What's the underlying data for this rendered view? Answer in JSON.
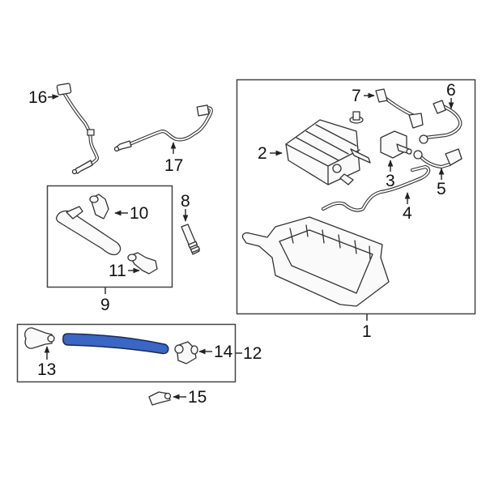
{
  "diagram": {
    "type": "exploded parts diagram",
    "highlight_color": "#3a66c4",
    "highlight_outline": "#1a2a55",
    "line_color": "#333333",
    "groups": [
      {
        "id": "group-1",
        "label": "1",
        "contains": [
          "2",
          "3",
          "4",
          "5",
          "6",
          "7"
        ]
      },
      {
        "id": "group-9",
        "label": "9",
        "contains": [
          "10",
          "11"
        ]
      },
      {
        "id": "group-12",
        "label": "12",
        "contains": [
          "13",
          "14"
        ]
      }
    ],
    "callouts": {
      "c1": "1",
      "c2": "2",
      "c3": "3",
      "c4": "4",
      "c5": "5",
      "c6": "6",
      "c7": "7",
      "c8": "8",
      "c9": "9",
      "c10": "10",
      "c11": "11",
      "c12": "12",
      "c13": "13",
      "c14": "14",
      "c15": "15",
      "c16": "16",
      "c17": "17"
    },
    "parts": [
      {
        "callout": "2",
        "name": "vapor canister"
      },
      {
        "callout": "3",
        "name": "purge valve"
      },
      {
        "callout": "4",
        "name": "vapor line"
      },
      {
        "callout": "5",
        "name": "wire harness"
      },
      {
        "callout": "6",
        "name": "wire harness"
      },
      {
        "callout": "7",
        "name": "hose connector"
      },
      {
        "callout": "8",
        "name": "connector"
      },
      {
        "callout": "10",
        "name": "elbow connector"
      },
      {
        "callout": "11",
        "name": "elbow connector"
      },
      {
        "callout": "13",
        "name": "connector"
      },
      {
        "callout": "14",
        "name": "elbow connector"
      },
      {
        "callout": "15",
        "name": "elbow connector"
      },
      {
        "callout": "16",
        "name": "oxygen sensor"
      },
      {
        "callout": "17",
        "name": "oxygen sensor"
      },
      {
        "callout": "12",
        "name": "hose (highlighted)"
      }
    ]
  }
}
